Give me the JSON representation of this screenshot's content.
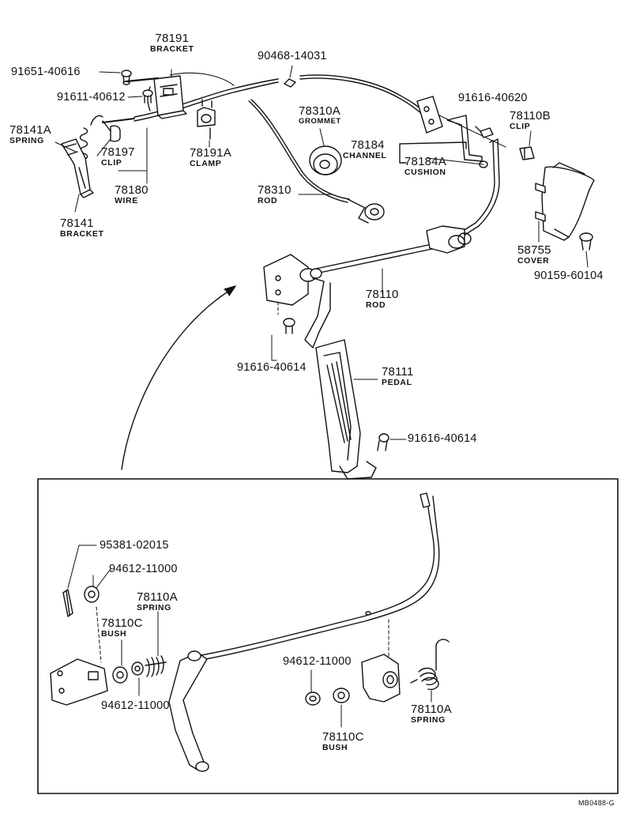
{
  "parts": {
    "p78191": {
      "number": "78191",
      "name": "BRACKET"
    },
    "p91651": {
      "number": "91651-40616"
    },
    "p90468": {
      "number": "90468-14031"
    },
    "p91611": {
      "number": "91611-40612"
    },
    "p78310A": {
      "number": "78310A",
      "name": "GROMMET"
    },
    "p91616_620": {
      "number": "91616-40620"
    },
    "p78110B": {
      "number": "78110B",
      "name": "CLIP"
    },
    "p78141A": {
      "number": "78141A",
      "name": "SPRING"
    },
    "p78197": {
      "number": "78197",
      "name": "CLIP"
    },
    "p78191A": {
      "number": "78191A",
      "name": "CLAMP"
    },
    "p78184": {
      "number": "78184",
      "name": "CHANNEL"
    },
    "p78184A": {
      "number": "78184A",
      "name": "CUSHION"
    },
    "p78180": {
      "number": "78180",
      "name": "WIRE"
    },
    "p78310": {
      "number": "78310",
      "name": "ROD"
    },
    "p78141": {
      "number": "78141",
      "name": "BRACKET"
    },
    "p58755": {
      "number": "58755",
      "name": "COVER"
    },
    "p90159": {
      "number": "90159-60104"
    },
    "p78110": {
      "number": "78110",
      "name": "ROD"
    },
    "p91616_614a": {
      "number": "91616-40614"
    },
    "p78111": {
      "number": "78111",
      "name": "PEDAL"
    },
    "p91616_614b": {
      "number": "91616-40614"
    },
    "p95381": {
      "number": "95381-02015"
    },
    "p94612a": {
      "number": "94612-11000"
    },
    "p78110A_left": {
      "number": "78110A",
      "name": "SPRING"
    },
    "p78110C_left": {
      "number": "78110C",
      "name": "BUSH"
    },
    "p94612b": {
      "number": "94612-11000"
    },
    "p94612c": {
      "number": "94612-11000"
    },
    "p78110C_right": {
      "number": "78110C",
      "name": "BUSH"
    },
    "p78110A_right": {
      "number": "78110A",
      "name": "SPRING"
    }
  },
  "drawing_code": "MB0488-G",
  "colors": {
    "ink": "#111111",
    "paper": "#ffffff"
  }
}
